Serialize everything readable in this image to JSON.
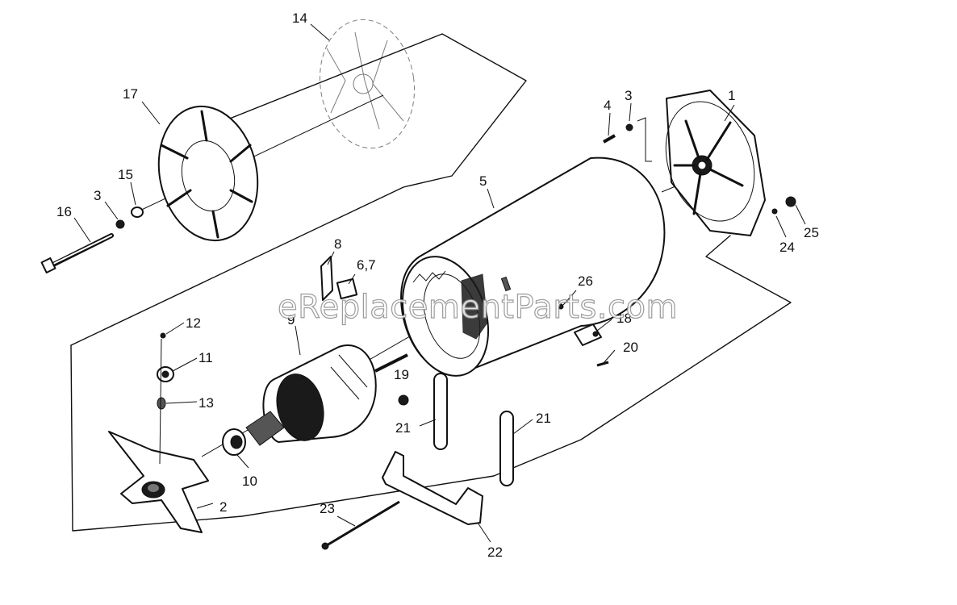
{
  "watermark": "eReplacementParts.com",
  "callouts": [
    {
      "id": "1",
      "text": "1"
    },
    {
      "id": "2",
      "text": "2"
    },
    {
      "id": "3a",
      "text": "3"
    },
    {
      "id": "3b",
      "text": "3"
    },
    {
      "id": "4",
      "text": "4"
    },
    {
      "id": "5",
      "text": "5"
    },
    {
      "id": "67",
      "text": "6,7"
    },
    {
      "id": "8",
      "text": "8"
    },
    {
      "id": "9",
      "text": "9"
    },
    {
      "id": "10",
      "text": "10"
    },
    {
      "id": "11",
      "text": "11"
    },
    {
      "id": "12",
      "text": "12"
    },
    {
      "id": "13",
      "text": "13"
    },
    {
      "id": "14",
      "text": "14"
    },
    {
      "id": "15",
      "text": "15"
    },
    {
      "id": "16",
      "text": "16"
    },
    {
      "id": "17",
      "text": "17"
    },
    {
      "id": "18",
      "text": "18"
    },
    {
      "id": "19",
      "text": "19"
    },
    {
      "id": "20",
      "text": "20"
    },
    {
      "id": "21a",
      "text": "21"
    },
    {
      "id": "21b",
      "text": "21"
    },
    {
      "id": "22",
      "text": "22"
    },
    {
      "id": "23",
      "text": "23"
    },
    {
      "id": "24",
      "text": "24"
    },
    {
      "id": "25",
      "text": "25"
    },
    {
      "id": "26",
      "text": "26"
    }
  ]
}
